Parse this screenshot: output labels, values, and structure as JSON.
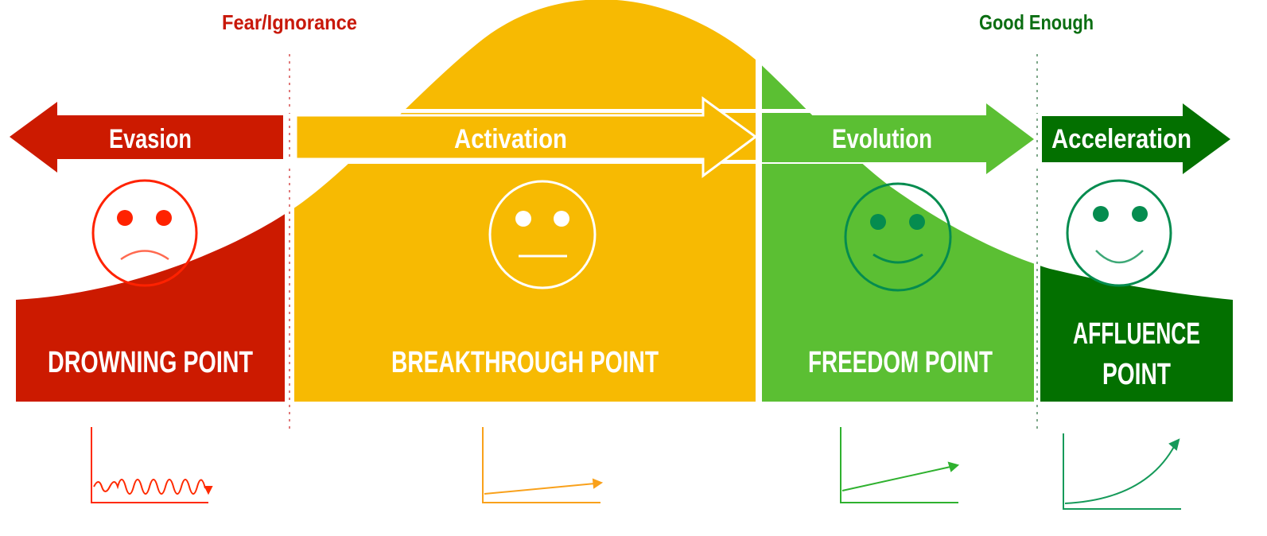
{
  "thresholds": [
    {
      "label": "Fear/Ignorance",
      "color": "#c8180a"
    },
    {
      "label": "Good Enough",
      "color": "#0b6e12"
    }
  ],
  "stages": [
    {
      "arrow_label": "Evasion",
      "point_label": "DROWNING POINT",
      "color": "#cc1a00",
      "mood": "sad",
      "face_color": "#ff2200",
      "trend": "oscillating"
    },
    {
      "arrow_label": "Activation",
      "point_label": "BREAKTHROUGH POINT",
      "color": "#f7ba02",
      "mood": "neutral",
      "face_color": "#ffffff",
      "trend": "slight-rise"
    },
    {
      "arrow_label": "Evolution",
      "point_label": "FREEDOM POINT",
      "color": "#5bbf33",
      "mood": "smile",
      "face_color": "#058c4f",
      "trend": "linear-rise"
    },
    {
      "arrow_label": "Acceleration",
      "point_label_lines": [
        "AFFLUENCE",
        "POINT"
      ],
      "color": "#037000",
      "mood": "smile",
      "face_color": "#058c4f",
      "trend": "exponential"
    }
  ],
  "colors": {
    "white": "#ffffff",
    "trend_red": "#ff2a00",
    "trend_orange": "#f9a11b",
    "trend_green": "#2fb12f",
    "trend_dark_green": "#169a5a"
  }
}
